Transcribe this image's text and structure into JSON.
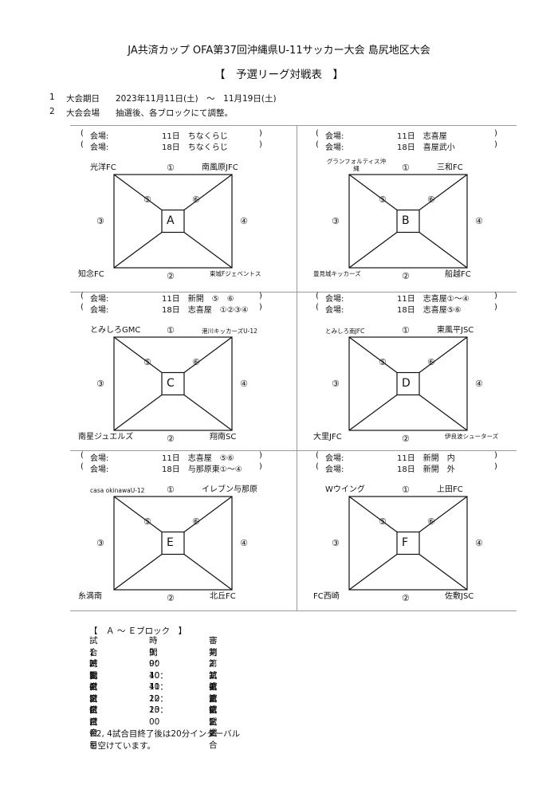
{
  "header": {
    "title": "JA共済カップ OFA第37回沖縄県U-11サッカー大会 島尻地区大会",
    "subtitle": "【　予選リーグ対戦表　】"
  },
  "info": {
    "line1_num": "1",
    "line1_label": "大会期日",
    "line1_value": "2023年11月11日(土)　～　11月19日(土)",
    "line2_num": "2",
    "line2_label": "大会会場",
    "line2_value": "抽選後、各ブロックにて調整。"
  },
  "venue_common": {
    "open": "(",
    "label": "会場:",
    "close": ")"
  },
  "marks": {
    "m1": "①",
    "m2": "②",
    "m3": "③",
    "m4": "④",
    "m5": "⑤",
    "m6": "⑥"
  },
  "blocks": [
    {
      "letter": "A",
      "venue1": "11日　ちなくらじ",
      "venue2": "18日　ちなくらじ",
      "tl": "光洋FC",
      "tr": "南風原JFC",
      "bl": "知念FC",
      "br": "東城Fジェベントス"
    },
    {
      "letter": "B",
      "venue1": "11日　志喜屋",
      "venue2": "18日　喜屋武小",
      "tl": "グランフォルティス沖縄",
      "tr": "三和FC",
      "bl": "豊見城キッカーズ",
      "br": "船越FC"
    },
    {
      "letter": "C",
      "venue1": "11日　新開　⑤　⑥",
      "venue2": "18日　志喜屋　①②③④",
      "tl": "とみしろGMC",
      "tr": "港川キッカーズU-12",
      "bl": "南星ジュエルズ",
      "br": "翔南SC"
    },
    {
      "letter": "D",
      "venue1": "11日　志喜屋①～④",
      "venue2": "18日　志喜屋⑤⑥",
      "tl": "とみしろ南JFC",
      "tr": "東風平JSC",
      "bl": "大里JFC",
      "br": "伊良波シューターズ"
    },
    {
      "letter": "E",
      "venue1": "11日　志喜屋　⑤⑥",
      "venue2": "18日　与那原東①～④",
      "tl": "casa okinawaU-12",
      "tr": "イレブン与那原",
      "bl": "糸満南",
      "br": "北丘FC"
    },
    {
      "letter": "F",
      "venue1": "11日　新開　内",
      "venue2": "18日　新開　外",
      "tl": "Wウイング",
      "tr": "上田FC",
      "bl": "FC西崎",
      "br": "佐敷JSC"
    }
  ],
  "schedule": {
    "heading": "【　Ａ ～ Ｅブロック　】",
    "columns": [
      "試合時間",
      "時　間",
      "審　判"
    ],
    "rows": [
      [
        "1試合目",
        "9：00",
        "第2試合"
      ],
      [
        "2試合目",
        "9：40",
        "第1試合"
      ],
      [
        "3試合目",
        "10：40",
        "第4試合"
      ],
      [
        "4試合目",
        "11：20",
        "第3試合"
      ],
      [
        "5試合目",
        "12：20",
        "第6試合"
      ],
      [
        "6試合目",
        "13：00",
        "第5試合"
      ]
    ],
    "note1": "※2, 4試合目終了後は20分インターバル",
    "note2": "を空けています。"
  }
}
